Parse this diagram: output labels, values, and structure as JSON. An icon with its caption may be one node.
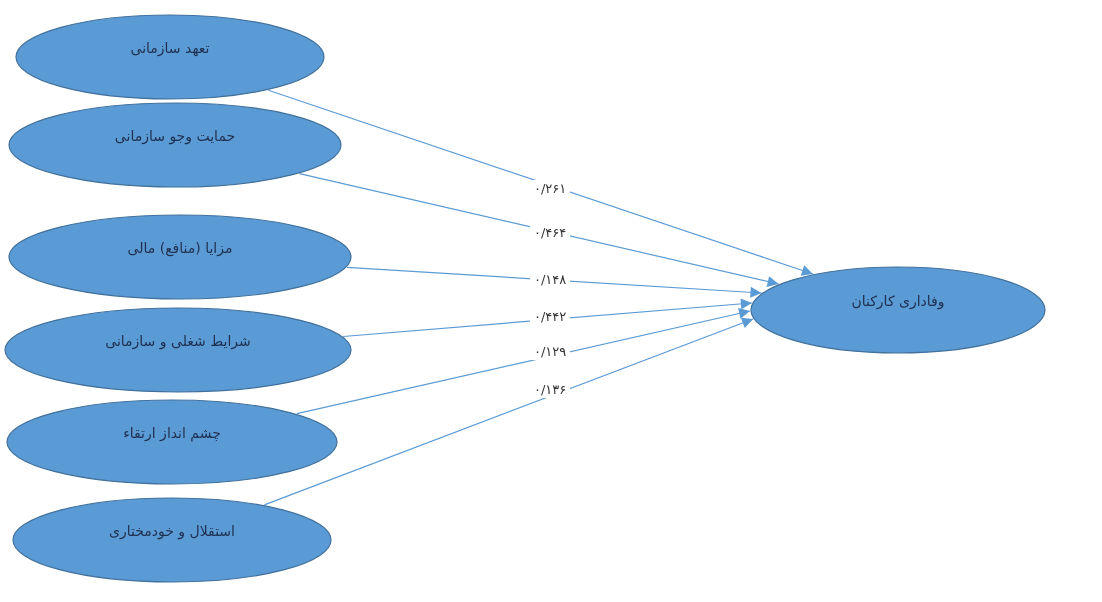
{
  "diagram": {
    "nodes": [
      {
        "text": [
          "تعهد سازمانی"
        ]
      },
      {
        "text": [
          "حمایت وجو سازمانی"
        ]
      },
      {
        "text": [
          "مزایا (منافع) مالی"
        ]
      },
      {
        "text": [
          "شرایط شغلی و سازمانی"
        ]
      },
      {
        "text": [
          "چشم انداز ارتقاء"
        ]
      },
      {
        "text": [
          "استقلال و خودمختاری"
        ]
      },
      {
        "text": [
          "وفاداری کارکنان"
        ]
      }
    ],
    "edges": [
      {
        "from": 0,
        "to": 6,
        "arrow": "to",
        "label": "۰/۲۶۱"
      },
      {
        "from": 1,
        "to": 6,
        "arrow": "to",
        "label": "۰/۴۶۴"
      },
      {
        "from": 2,
        "to": 6,
        "arrow": "to",
        "label": "۰/۱۴۸"
      },
      {
        "from": 3,
        "to": 6,
        "arrow": "to",
        "label": "۰/۴۴۲"
      },
      {
        "from": 4,
        "to": 6,
        "arrow": "to",
        "label": "۰/۱۲۹"
      },
      {
        "from": 5,
        "to": 6,
        "arrow": "to",
        "label": "۰/۱۳۶"
      }
    ]
  }
}
